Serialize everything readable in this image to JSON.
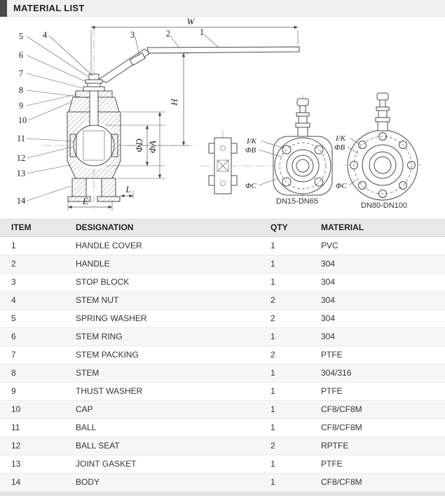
{
  "header": {
    "title": "MATERIAL LIST"
  },
  "drawing": {
    "callouts": [
      "1",
      "2",
      "3",
      "4",
      "5",
      "6",
      "7",
      "8",
      "9",
      "10",
      "11",
      "12",
      "13",
      "14"
    ],
    "dimensions": {
      "w": "W",
      "h": "H",
      "phi_d": "ΦD",
      "phi_a": "ΦA",
      "e": "E",
      "l": "L"
    },
    "view1": {
      "ik": "I/K",
      "phi_b": "ΦB",
      "phi_c": "ΦC",
      "caption": "DN15-DN65"
    },
    "view2": {
      "ik": "I/K",
      "phi_b": "ΦB",
      "phi_c": "ΦC",
      "caption": "DN80-DN100"
    }
  },
  "table": {
    "columns": [
      "ITEM",
      "DESIGNATION",
      "QTY",
      "MATERIAL"
    ],
    "rows": [
      {
        "item": "1",
        "designation": "HANDLE COVER",
        "qty": "1",
        "material": "PVC"
      },
      {
        "item": "2",
        "designation": "HANDLE",
        "qty": "1",
        "material": "304"
      },
      {
        "item": "3",
        "designation": "STOP BLOCK",
        "qty": "1",
        "material": "304"
      },
      {
        "item": "4",
        "designation": "STEM NUT",
        "qty": "2",
        "material": "304"
      },
      {
        "item": "5",
        "designation": "SPRING WASHER",
        "qty": "2",
        "material": "304"
      },
      {
        "item": "6",
        "designation": "STEM RING",
        "qty": "1",
        "material": "304"
      },
      {
        "item": "7",
        "designation": "STEM PACKING",
        "qty": "2",
        "material": "PTFE"
      },
      {
        "item": "8",
        "designation": "STEM",
        "qty": "1",
        "material": "304/316"
      },
      {
        "item": "9",
        "designation": "THUST WASHER",
        "qty": "1",
        "material": "PTFE"
      },
      {
        "item": "10",
        "designation": "CAP",
        "qty": "1",
        "material": "CF8/CF8M"
      },
      {
        "item": "11",
        "designation": "BALL",
        "qty": "1",
        "material": "CF8/CF8M"
      },
      {
        "item": "12",
        "designation": "BALL SEAT",
        "qty": "2",
        "material": "RPTFE"
      },
      {
        "item": "13",
        "designation": "JOINT GASKET",
        "qty": "1",
        "material": "PTFE"
      },
      {
        "item": "14",
        "designation": "BODY",
        "qty": "1",
        "material": "CF8/CF8M"
      }
    ]
  }
}
